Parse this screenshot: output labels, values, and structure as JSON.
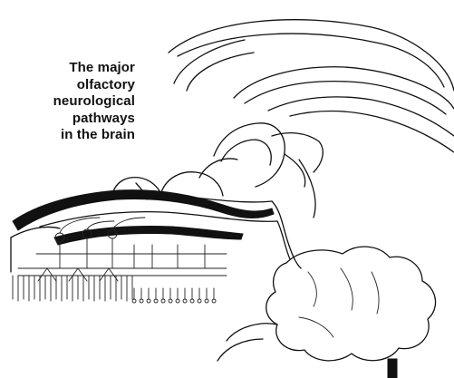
{
  "caption": {
    "lines": [
      "The major",
      "olfactory",
      "neurological",
      "pathways",
      "in the brain"
    ]
  },
  "colors": {
    "ink": "#111111",
    "background": "#ffffff"
  },
  "figure": {
    "style": "black-and-white line drawing",
    "icon": "brain-sagittal-olfactory-pathway-illustration"
  }
}
